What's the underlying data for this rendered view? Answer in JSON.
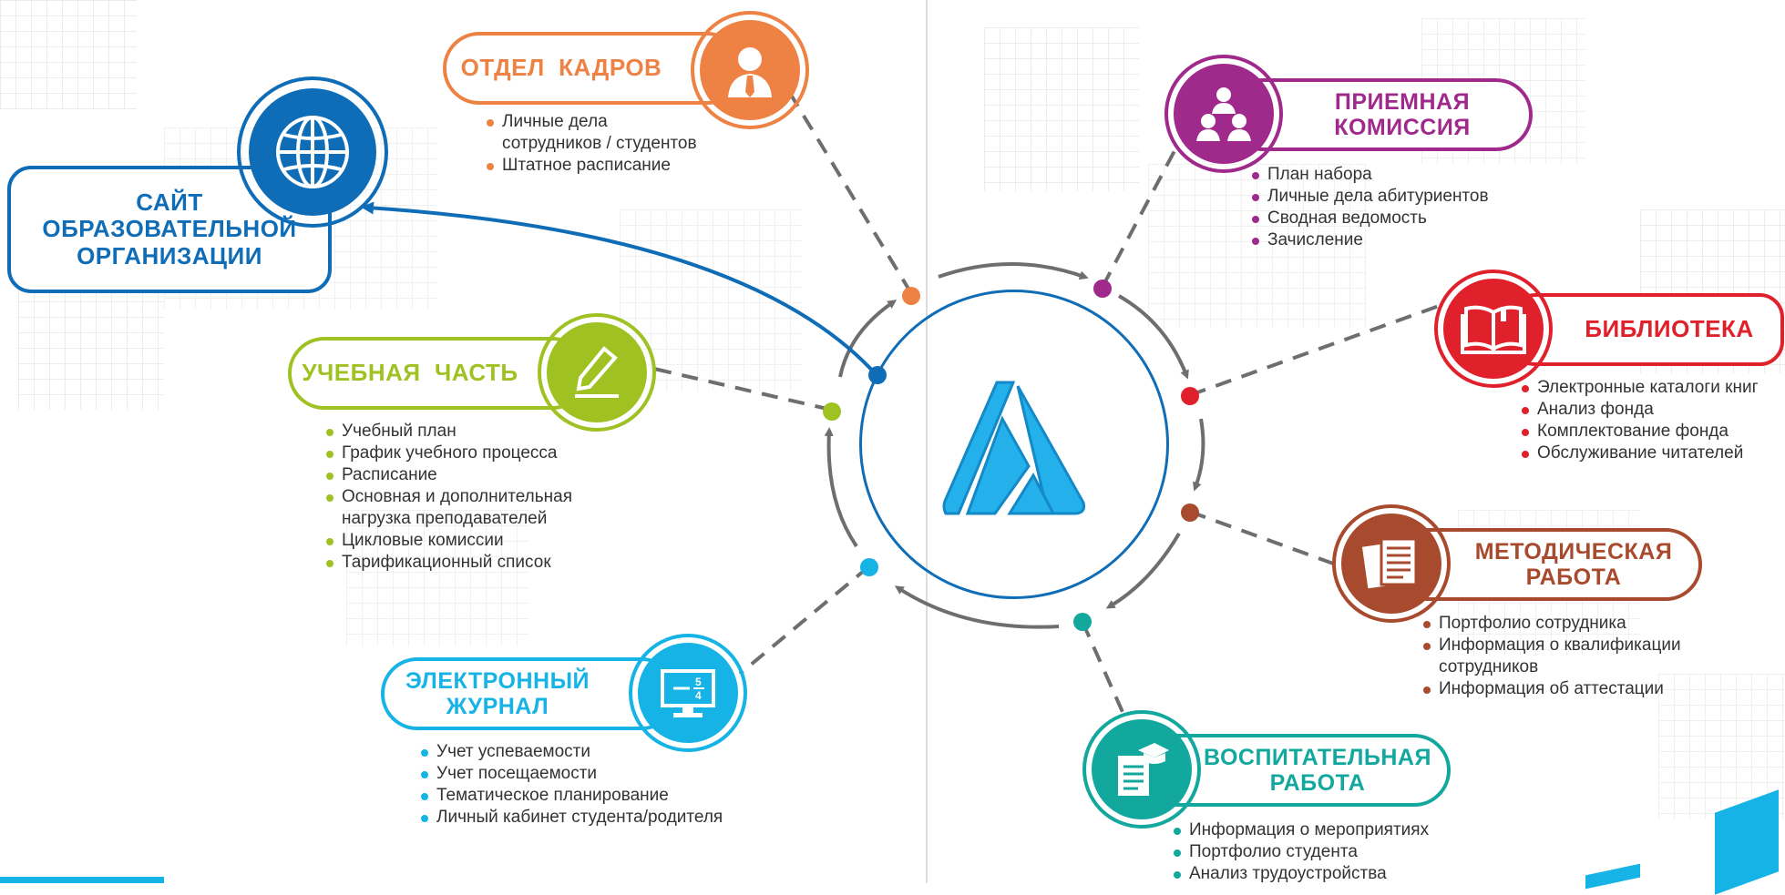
{
  "center": {
    "logo": "logo-a"
  },
  "nodes": {
    "kadry": {
      "title": "ОТДЕЛ  КАДРОВ",
      "color": "#ee8244",
      "icon": "person-tie-icon",
      "items": [
        "Личные дела",
        "сотрудников / студентов",
        "Штатное расписание"
      ]
    },
    "site": {
      "title": "САЙТ\nОБРАЗОВАТЕЛЬНОЙ\nОРГАНИЗАЦИИ",
      "color": "#0f6db7",
      "icon": "globe-icon"
    },
    "uchebnaya": {
      "title": "УЧЕБНАЯ  ЧАСТЬ",
      "color": "#9fc222",
      "icon": "pencil-icon",
      "items": [
        "Учебный план",
        "График учебного процесса",
        "Расписание",
        "Основная и дополнительная",
        "нагрузка преподавателей",
        "Цикловые комиссии",
        "Тарификационный список"
      ]
    },
    "journal": {
      "title": "ЭЛЕКТРОННЫЙ\nЖУРНАЛ",
      "color": "#16b3e6",
      "icon": "monitor-icon",
      "items": [
        "Учет успеваемости",
        "Учет посещаемости",
        "Тематическое планирование",
        "Личный кабинет студента/родителя"
      ]
    },
    "priem": {
      "title": "ПРИЕМНАЯ\nКОМИССИЯ",
      "color": "#a02a8c",
      "icon": "people-icon",
      "items": [
        "План набора",
        "Личные дела абитуриентов",
        "Сводная ведомость",
        "Зачисление"
      ]
    },
    "library": {
      "title": "БИБЛИОТЕКА",
      "color": "#e0212c",
      "icon": "book-icon",
      "items": [
        "Электронные каталоги книг",
        "Анализ фонда",
        "Комплектование фонда",
        "Обслуживание читателей"
      ]
    },
    "metod": {
      "title": "МЕТОДИЧЕСКАЯ\nРАБОТА",
      "color": "#a84a2d",
      "icon": "documents-icon",
      "items": [
        "Портфолио сотрудника",
        "Информация о квалификации",
        "сотрудников",
        "Информация об аттестации"
      ]
    },
    "vospit": {
      "title": "ВОСПИТАТЕЛЬНАЯ\nРАБОТА",
      "color": "#13a89e",
      "icon": "diploma-icon",
      "items": [
        "Информация о мероприятиях",
        "Портфолио студента",
        "Анализ трудоустройства"
      ]
    }
  }
}
